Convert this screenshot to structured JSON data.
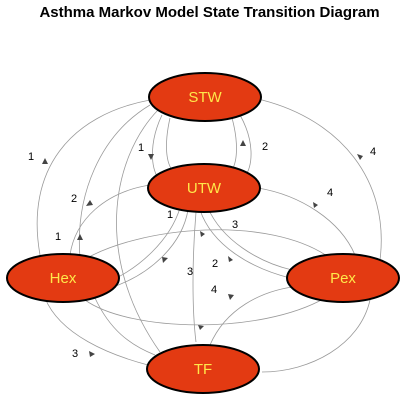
{
  "title": "Asthma Markov Model State Transition Diagram",
  "colors": {
    "node_fill": "#e33a12",
    "node_text": "#ffe84a",
    "node_stroke": "#000000",
    "edge": "#9a9a9a"
  },
  "nodes": [
    {
      "id": "STW",
      "label": "STW"
    },
    {
      "id": "UTW",
      "label": "UTW"
    },
    {
      "id": "Hex",
      "label": "Hex"
    },
    {
      "id": "Pex",
      "label": "Pex"
    },
    {
      "id": "TF",
      "label": "TF"
    }
  ],
  "edge_labels": [
    "1",
    "1",
    "2",
    "4",
    "2",
    "4",
    "1",
    "1",
    "3",
    "3",
    "2",
    "4",
    "3"
  ]
}
